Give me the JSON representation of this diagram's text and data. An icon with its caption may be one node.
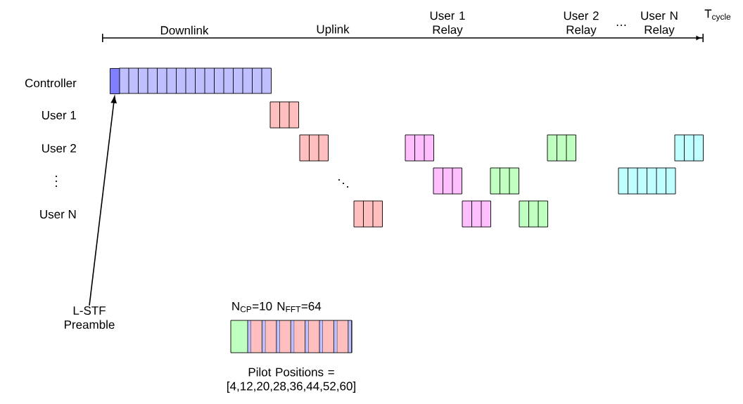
{
  "diagram": {
    "nodes": [
      {
        "text": [
          "L-STF Preamble"
        ]
      },
      {
        "text": [],
        "shape": "box"
      }
    ],
    "edges": [
      {
        "from": 0,
        "to": 1,
        "arrow": "to"
      }
    ],
    "labels": [
      "Downlink",
      "Uplink",
      "User 1 Relay",
      "User 2 Relay",
      "…",
      "User N Relay",
      "T$_{cycle}$",
      "Controller",
      "User 1",
      "User 2",
      "User N",
      "N$_{CP}$=10",
      "N$_{FFT}$=64",
      "Pilot Positions = [4,12,20,28,36,44,52,60]"
    ]
  }
}
